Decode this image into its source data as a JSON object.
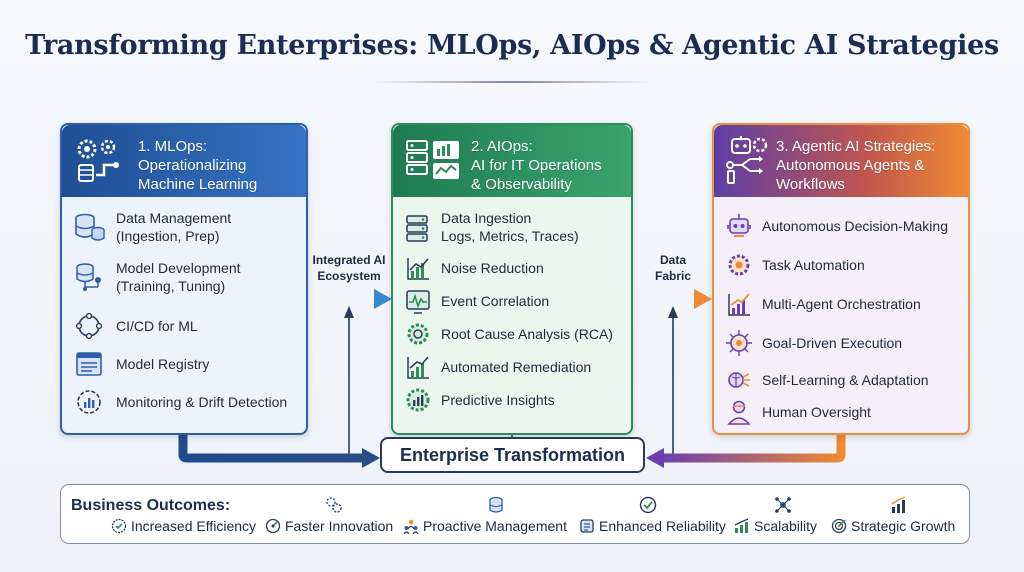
{
  "title": "Transforming Enterprises: MLOps, AIOps & Agentic AI Strategies",
  "colors": {
    "mlops": "#2d5fa8",
    "aiops": "#2f8a5c",
    "agentic_start": "#5d3ea6",
    "agentic_end": "#ef8a32",
    "ink": "#1b2d52"
  },
  "panels": {
    "mlops": {
      "heading": [
        "1. MLOps:",
        "Operationalizing",
        "Machine Learning"
      ],
      "items": [
        {
          "lines": [
            "Data Management",
            "(Ingestion, Prep)"
          ],
          "icon": "database-icon"
        },
        {
          "lines": [
            "Model Development",
            "(Training, Tuning)"
          ],
          "icon": "model-tree-icon"
        },
        {
          "lines": [
            "CI/CD for ML"
          ],
          "icon": "cycle-icon"
        },
        {
          "lines": [
            "Model Registry"
          ],
          "icon": "registry-icon"
        },
        {
          "lines": [
            "Monitoring & Drift Detection"
          ],
          "icon": "monitor-icon"
        }
      ]
    },
    "aiops": {
      "heading": [
        "2. AIOps:",
        "AI for IT Operations",
        "& Observability"
      ],
      "items": [
        {
          "lines": [
            "Data Ingestion",
            "Logs, Metrics, Traces)"
          ],
          "icon": "server-icon"
        },
        {
          "lines": [
            "Noise Reduction"
          ],
          "icon": "chart-icon"
        },
        {
          "lines": [
            "Event Correlation"
          ],
          "icon": "pulse-icon"
        },
        {
          "lines": [
            "Root Cause Analysis (RCA)"
          ],
          "icon": "gear-icon"
        },
        {
          "lines": [
            "Automated Remediation"
          ],
          "icon": "bar-chart-icon"
        },
        {
          "lines": [
            "Predictive Insights"
          ],
          "icon": "gear-chart-icon"
        }
      ]
    },
    "agentic": {
      "heading": [
        "3. Agentic AI Strategies:",
        "Autonomous Agents &",
        "Workflows"
      ],
      "items": [
        {
          "lines": [
            "Autonomous Decision-Making"
          ],
          "icon": "robot-icon"
        },
        {
          "lines": [
            "Task Automation"
          ],
          "icon": "gear-icon"
        },
        {
          "lines": [
            "Multi-Agent Orchestration"
          ],
          "icon": "growth-chart-icon"
        },
        {
          "lines": [
            "Goal-Driven Execution"
          ],
          "icon": "target-icon"
        },
        {
          "lines": [
            "Self-Learning & Adaptation"
          ],
          "icon": "brain-icon"
        },
        {
          "lines": [
            "Human Oversight"
          ],
          "icon": "person-icon"
        }
      ]
    }
  },
  "connectors": {
    "left": [
      "Integrated AI",
      "Ecosystem"
    ],
    "right": [
      "Data",
      "Fabric"
    ]
  },
  "center": "Enterprise Transformation",
  "outcomes": {
    "label": "Business Outcomes:",
    "items": [
      {
        "text": "Increased Efficiency",
        "icon": "check-badge-icon"
      },
      {
        "text": "Faster Innovation",
        "icon": "gauge-icon"
      },
      {
        "text": "Proactive Management",
        "icon": "people-icon"
      },
      {
        "text": "Enhanced Reliability",
        "icon": "shield-icon"
      },
      {
        "text": "Scalability",
        "icon": "growth-icon"
      },
      {
        "text": "Strategic Growth",
        "icon": "target-icon"
      }
    ]
  }
}
